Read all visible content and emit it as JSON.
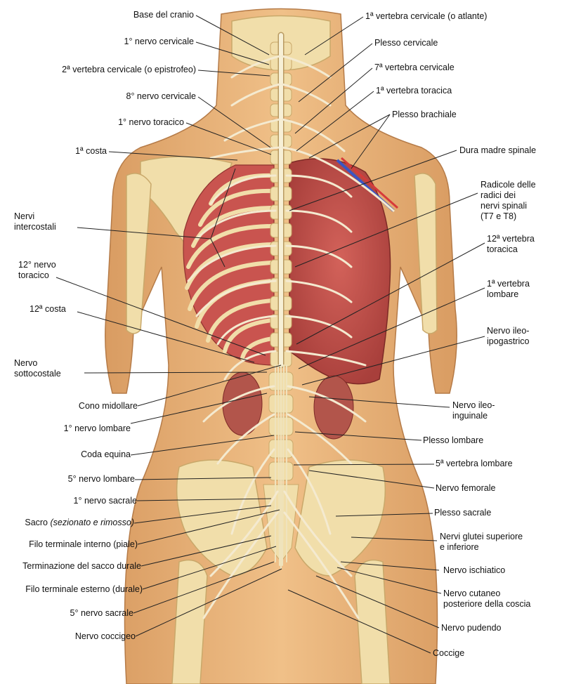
{
  "labels_left": [
    {
      "id": "base-cranio",
      "lines": [
        "Base del cranio"
      ]
    },
    {
      "id": "nervo-cervicale-1",
      "lines": [
        "1° nervo cervicale"
      ]
    },
    {
      "id": "vertebra-cervicale-2",
      "lines": [
        "2ª vertebra cervicale (o epistrofeo)"
      ]
    },
    {
      "id": "nervo-cervicale-8",
      "lines": [
        "8° nervo cervicale"
      ]
    },
    {
      "id": "nervo-toracico-1",
      "lines": [
        "1° nervo toracico"
      ]
    },
    {
      "id": "costa-1",
      "lines": [
        "1ª costa"
      ]
    },
    {
      "id": "nervi-intercostali",
      "lines": [
        "Nervi",
        "intercostali"
      ]
    },
    {
      "id": "nervo-toracico-12",
      "lines": [
        "12° nervo",
        "toracico"
      ]
    },
    {
      "id": "costa-12",
      "lines": [
        "12ª costa"
      ]
    },
    {
      "id": "nervo-sottocostale",
      "lines": [
        "Nervo",
        "sottocostale"
      ]
    },
    {
      "id": "cono-midollare",
      "lines": [
        "Cono midollare"
      ]
    },
    {
      "id": "nervo-lombare-1",
      "lines": [
        "1° nervo lombare"
      ]
    },
    {
      "id": "coda-equina",
      "lines": [
        "Coda equina"
      ]
    },
    {
      "id": "nervo-lombare-5",
      "lines": [
        "5° nervo lombare"
      ]
    },
    {
      "id": "nervo-sacrale-1",
      "lines": [
        "1° nervo sacrale"
      ]
    },
    {
      "id": "sacro",
      "lines": [
        "Sacro"
      ],
      "italic": "(sezionato e rimosso)"
    },
    {
      "id": "filo-terminale-interno",
      "lines": [
        "Filo terminale interno (piale)"
      ]
    },
    {
      "id": "terminazione-sacco-durale",
      "lines": [
        "Terminazione del sacco durale"
      ]
    },
    {
      "id": "filo-terminale-esterno",
      "lines": [
        "Filo terminale esterno (durale)"
      ]
    },
    {
      "id": "nervo-sacrale-5",
      "lines": [
        "5° nervo sacrale"
      ]
    },
    {
      "id": "nervo-coccigeo",
      "lines": [
        "Nervo coccigeo"
      ]
    }
  ],
  "labels_right": [
    {
      "id": "vertebra-cervicale-1",
      "lines": [
        "1ª vertebra cervicale (o atlante)"
      ]
    },
    {
      "id": "plesso-cervicale",
      "lines": [
        "Plesso cervicale"
      ]
    },
    {
      "id": "vertebra-cervicale-7",
      "lines": [
        "7ª vertebra cervicale"
      ]
    },
    {
      "id": "vertebra-toracica-1",
      "lines": [
        "1ª vertebra toracica"
      ]
    },
    {
      "id": "plesso-brachiale",
      "lines": [
        "Plesso brachiale"
      ]
    },
    {
      "id": "dura-madre-spinale",
      "lines": [
        "Dura madre spinale"
      ]
    },
    {
      "id": "radicole",
      "lines": [
        "Radicole delle",
        "radici dei",
        "nervi spinali",
        "(T7 e T8)"
      ]
    },
    {
      "id": "vertebra-toracica-12",
      "lines": [
        "12ª vertebra",
        "toracica"
      ]
    },
    {
      "id": "vertebra-lombare-1",
      "lines": [
        "1ª vertebra",
        "lombare"
      ]
    },
    {
      "id": "nervo-ileo-ipogastrico",
      "lines": [
        "Nervo ileo-",
        "ipogastrico"
      ]
    },
    {
      "id": "nervo-ileo-inguinale",
      "lines": [
        "Nervo ileo-",
        "inguinale"
      ]
    },
    {
      "id": "plesso-lombare",
      "lines": [
        "Plesso lombare"
      ]
    },
    {
      "id": "vertebra-lombare-5",
      "lines": [
        "5ª vertebra lombare"
      ]
    },
    {
      "id": "nervo-femorale",
      "lines": [
        "Nervo femorale"
      ]
    },
    {
      "id": "plesso-sacrale",
      "lines": [
        "Plesso sacrale"
      ]
    },
    {
      "id": "nervi-glutei",
      "lines": [
        "Nervi glutei superiore",
        "e inferiore"
      ]
    },
    {
      "id": "nervo-ischiatico",
      "lines": [
        "Nervo ischiatico"
      ]
    },
    {
      "id": "nervo-cutaneo",
      "lines": [
        "Nervo cutaneo",
        "posteriore della coscia"
      ]
    },
    {
      "id": "nervo-pudendo",
      "lines": [
        "Nervo pudendo"
      ]
    },
    {
      "id": "coccige",
      "lines": [
        "Coccige"
      ]
    }
  ],
  "colors": {
    "skin": "#e9b47c",
    "skin_dark": "#c98a55",
    "bone": "#f1deaa",
    "bone_dark": "#c9a86a",
    "muscle": "#c9544f",
    "lung": "#c0504a",
    "nerve": "#f7f0d6",
    "nerve_edge": "#b89a62",
    "leader": "#222222",
    "text": "#111111"
  }
}
